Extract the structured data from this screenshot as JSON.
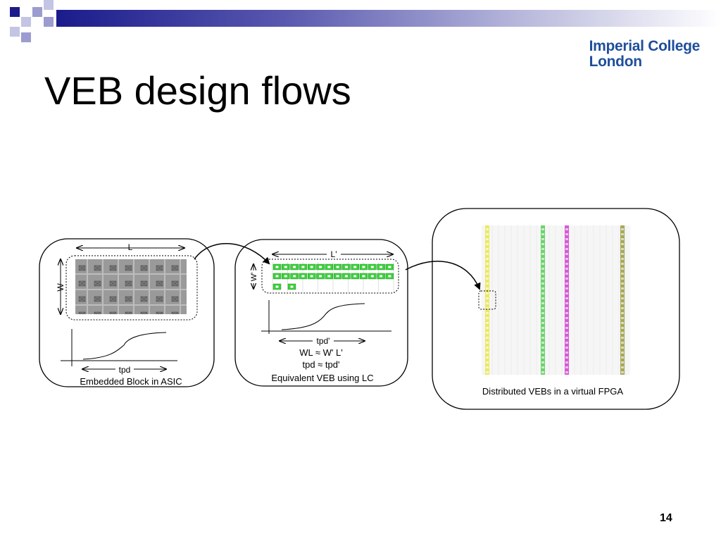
{
  "slide": {
    "title": "VEB design flows",
    "page_number": "14"
  },
  "logo": {
    "line1": "Imperial College",
    "line2": "London"
  },
  "panels": {
    "asic": {
      "dim_L": "L",
      "dim_W": "W",
      "tpd": "tpd",
      "caption": "Embedded Block in ASIC"
    },
    "veb": {
      "dim_L": "L'",
      "dim_W": "W'",
      "tpd": "tpd'",
      "eq1": "WL ≈ W' L'",
      "eq2": "tpd ≈ tpd'",
      "caption": "Equivalent VEB using LC"
    },
    "fpga": {
      "caption": "Distributed VEBs in a virtual FPGA"
    }
  },
  "colors": {
    "theme_navy": "#1b1b8c",
    "logo_blue": "#1f4e9c",
    "lc_green": "#3bd13b",
    "veb_yellow": "#e8e84a",
    "veb_green": "#55cc55",
    "veb_magenta": "#d040d0",
    "veb_olive": "#9a9a40"
  }
}
